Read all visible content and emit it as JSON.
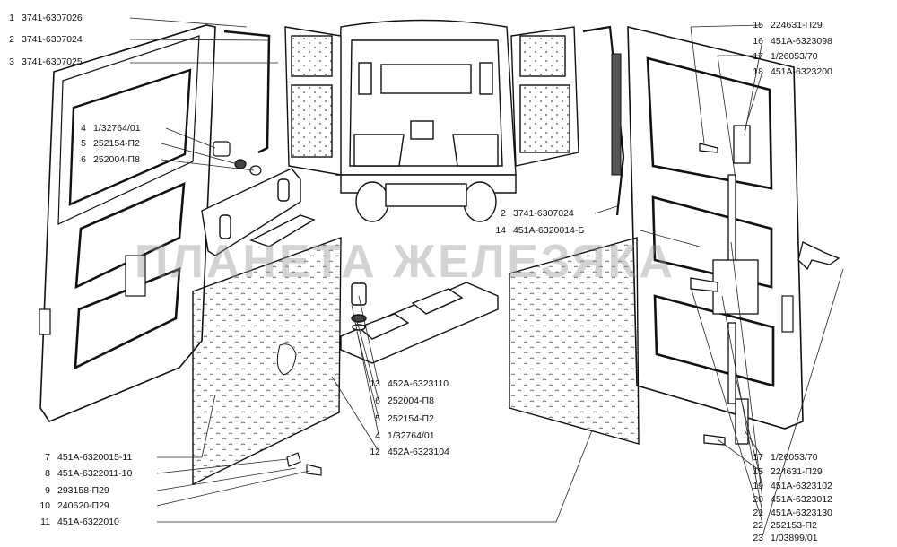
{
  "watermark": "ПЛАНЕТА ЖЕЛЕЗЯКА",
  "callouts": [
    {
      "n": "1",
      "code": "3741-6307026"
    },
    {
      "n": "2",
      "code": "3741-6307024"
    },
    {
      "n": "3",
      "code": "3741-6307025"
    },
    {
      "n": "4",
      "code": "1/32764/01"
    },
    {
      "n": "5",
      "code": "252154-П2"
    },
    {
      "n": "6",
      "code": "252004-П8"
    },
    {
      "n": "2",
      "code": "3741-6307024"
    },
    {
      "n": "14",
      "code": "451А-6320014-Б"
    },
    {
      "n": "15",
      "code": "224631-П29"
    },
    {
      "n": "16",
      "code": "451А-6323098"
    },
    {
      "n": "17",
      "code": "1/26053/70"
    },
    {
      "n": "18",
      "code": "451А-6323200"
    },
    {
      "n": "13",
      "code": "452А-6323110"
    },
    {
      "n": "6",
      "code": "252004-П8"
    },
    {
      "n": "5",
      "code": "252154-П2"
    },
    {
      "n": "4",
      "code": "1/32764/01"
    },
    {
      "n": "12",
      "code": "452А-6323104"
    },
    {
      "n": "7",
      "code": "451А-6320015-11"
    },
    {
      "n": "8",
      "code": "451А-6322011-10"
    },
    {
      "n": "9",
      "code": "293158-П29"
    },
    {
      "n": "10",
      "code": "240620-П29"
    },
    {
      "n": "11",
      "code": "451А-6322010"
    },
    {
      "n": "17",
      "code": "1/26053/70"
    },
    {
      "n": "15",
      "code": "224631-П29"
    },
    {
      "n": "19",
      "code": "451А-6323102"
    },
    {
      "n": "20",
      "code": "451А-6323012"
    },
    {
      "n": "21",
      "code": "451А-6323130"
    },
    {
      "n": "22",
      "code": "252153-П2"
    },
    {
      "n": "23",
      "code": "1/03899/01"
    }
  ]
}
